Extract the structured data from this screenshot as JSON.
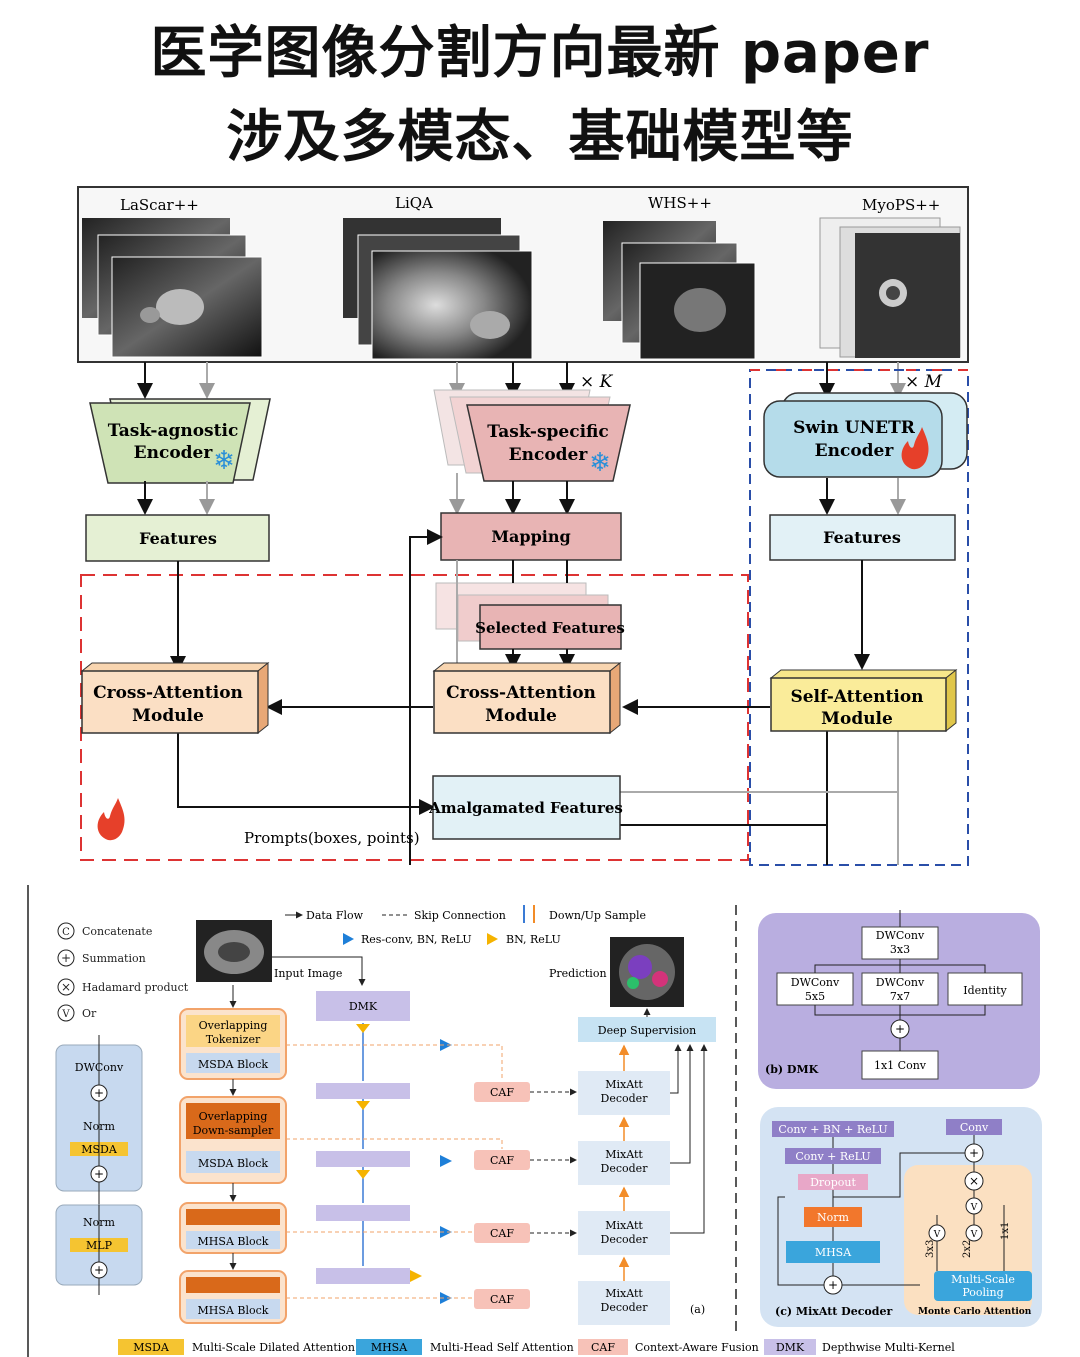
{
  "title_line1": "医学图像分割方向最新 paper",
  "title_line2": "涉及多模态、基础模型等",
  "fig1": {
    "datasets": [
      "LaScar++",
      "LiQA",
      "WHS++",
      "MyoPS++"
    ],
    "repeat_k": "× K",
    "repeat_m": "× M",
    "task_agnostic_line1": "Task-agnostic",
    "task_agnostic_line2": "Encoder",
    "task_specific_line1": "Task-specific",
    "task_specific_line2": "Encoder",
    "swin_line1": "Swin UNETR",
    "swin_line2": "Encoder",
    "features_left": "Features",
    "mapping": "Mapping",
    "features_right": "Features",
    "selected_features": "Selected Features",
    "cross_attn_left_1": "Cross-Attention",
    "cross_attn_left_2": "Module",
    "cross_attn_mid_1": "Cross-Attention",
    "cross_attn_mid_2": "Module",
    "self_attn_1": "Self-Attention",
    "self_attn_2": "Module",
    "amalgamated": "Amalgamated Features",
    "prompts": "Prompts(boxes, points)"
  },
  "fig2": {
    "legend_left": [
      "Concatenate",
      "Summation",
      "Hadamard product",
      "Or"
    ],
    "legend_left_symbols": [
      "C",
      "+",
      "×",
      "V"
    ],
    "legend_top": {
      "data_flow": "Data Flow",
      "skip": "Skip Connection",
      "updown": "Down/Up Sample",
      "resconv": "Res-conv, BN, ReLU",
      "bnrelu": "BN, ReLU"
    },
    "input_image": "Input Image",
    "prediction": "Prediction",
    "dmk": "DMK",
    "deep_supervision": "Deep Supervision",
    "encoder_blocks": [
      {
        "head_1": "Overlapping",
        "head_2": "Tokenizer",
        "block": "MSDA Block"
      },
      {
        "head_1": "Overlapping",
        "head_2": "Down-sampler",
        "block": "MSDA Block"
      },
      {
        "head_1": "",
        "head_2": "",
        "block": "MHSA Block"
      },
      {
        "head_1": "",
        "head_2": "",
        "block": "MHSA Block"
      }
    ],
    "caf": "CAF",
    "mixatt_1": "MixAtt",
    "mixatt_2": "Decoder",
    "block_left_top": [
      "DWConv",
      "Norm",
      "MSDA"
    ],
    "block_left_bottom": [
      "Norm",
      "MLP"
    ],
    "panel_a": "(a)",
    "dmk_panel": {
      "top_1": "DWConv",
      "top_2": "3x3",
      "b1_1": "DWConv",
      "b1_2": "5x5",
      "b2_1": "DWConv",
      "b2_2": "7x7",
      "b3": "Identity",
      "conv1x1": "1x1 Conv",
      "label": "(b) DMK"
    },
    "mixatt_panel": {
      "conv_bn_relu": "Conv + BN + ReLU",
      "conv_relu": "Conv + ReLU",
      "dropout": "Dropout",
      "norm": "Norm",
      "mhsa": "MHSA",
      "conv": "Conv",
      "k1": "3x3",
      "k2": "2x2",
      "k3": "1x1",
      "msp_1": "Multi-Scale",
      "msp_2": "Pooling",
      "label": "(c) MixAtt Decoder",
      "mca": "Monte Carlo Attention"
    },
    "legend_bottom": [
      {
        "tag": "MSDA",
        "text": "Multi-Scale Dilated Attention",
        "color": "#f5c431"
      },
      {
        "tag": "MHSA",
        "text": "Multi-Head Self Attention",
        "color": "#3aa5dc"
      },
      {
        "tag": "CAF",
        "text": "Context-Aware Fusion",
        "color": "#f7c2b8"
      },
      {
        "tag": "DMK",
        "text": "Depthwise Multi-Kernel",
        "color": "#c8c0e8"
      }
    ]
  }
}
